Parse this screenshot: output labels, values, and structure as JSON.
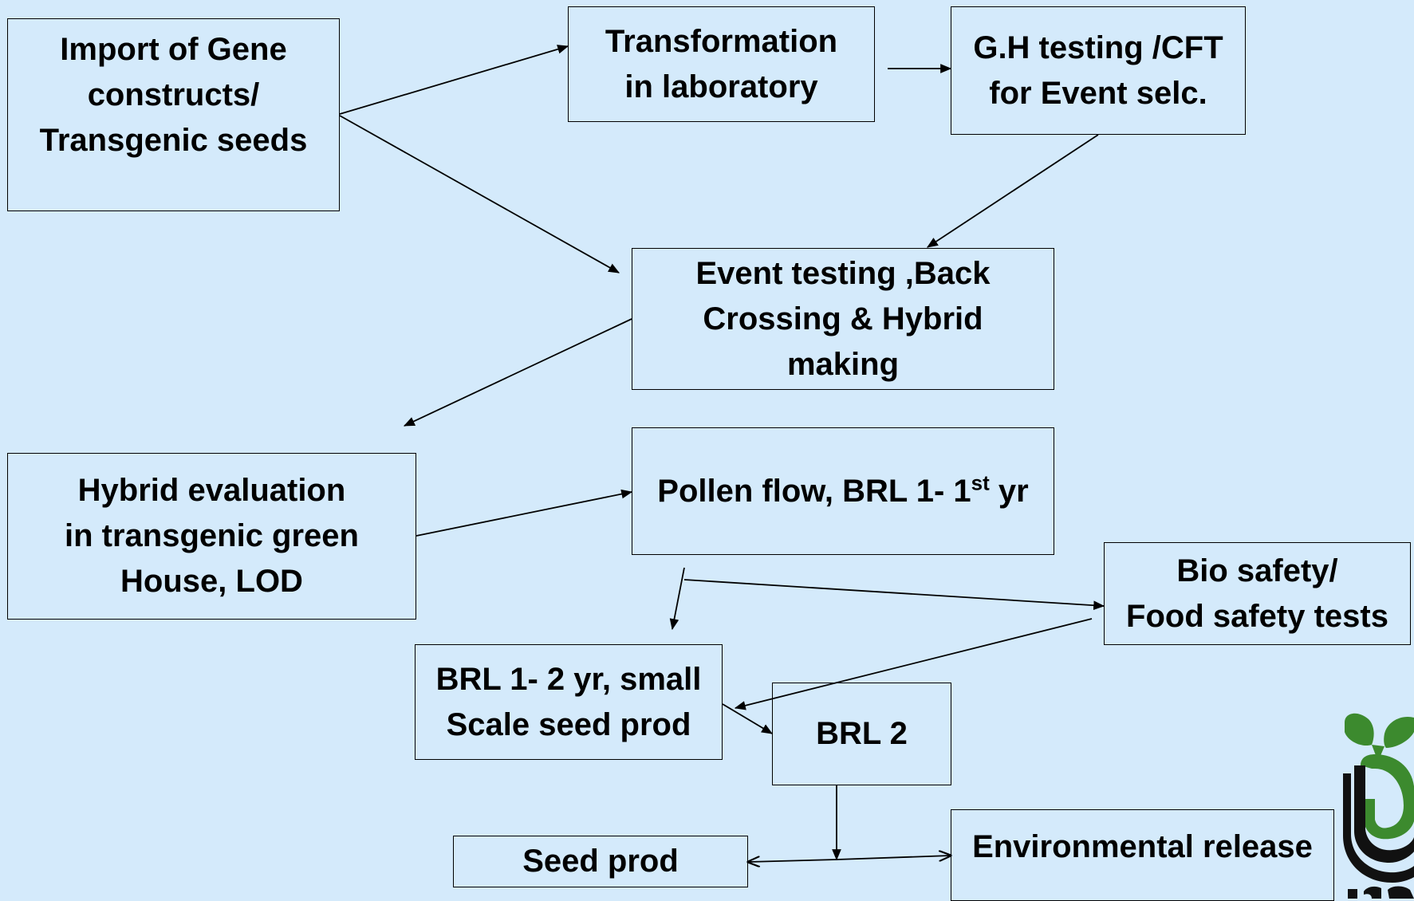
{
  "diagram": {
    "nodes": {
      "import": {
        "lines": [
          "Import of Gene",
          "constructs/",
          "Transgenic seeds"
        ]
      },
      "transformation": {
        "lines": [
          "Transformation",
          "in laboratory"
        ]
      },
      "gh_testing": {
        "lines": [
          "G.H testing /CFT",
          "for Event selc."
        ]
      },
      "event_testing": {
        "lines": [
          "Event testing ,Back",
          "Crossing & Hybrid",
          "making"
        ]
      },
      "hybrid_eval": {
        "lines": [
          "Hybrid evaluation",
          "in transgenic green",
          "House, LOD"
        ]
      },
      "pollen_flow": {
        "text_before": "Pollen flow, BRL 1- 1",
        "superscript": "st",
        "text_after": " yr"
      },
      "bio_safety": {
        "lines": [
          "Bio safety/",
          "Food safety tests"
        ]
      },
      "brl1_2yr": {
        "lines": [
          "BRL 1- 2 yr, small",
          "Scale seed prod"
        ]
      },
      "brl2": {
        "lines": [
          "BRL 2"
        ]
      },
      "seed_prod": {
        "lines": [
          "Seed prod"
        ]
      },
      "env_release": {
        "lines": [
          "Environmental release"
        ]
      }
    },
    "edges": [
      {
        "from": "import",
        "to": "transformation"
      },
      {
        "from": "import",
        "to": "event_testing"
      },
      {
        "from": "transformation",
        "to": "gh_testing"
      },
      {
        "from": "gh_testing",
        "to": "event_testing"
      },
      {
        "from": "event_testing",
        "to": "hybrid_eval"
      },
      {
        "from": "hybrid_eval",
        "to": "pollen_flow"
      },
      {
        "from": "pollen_flow",
        "to": "brl1_2yr"
      },
      {
        "from": "pollen_flow",
        "to": "bio_safety"
      },
      {
        "from": "bio_safety",
        "to": "brl1_2yr"
      },
      {
        "from": "brl1_2yr",
        "to": "brl2"
      },
      {
        "from": "brl2",
        "to": "seed_prod"
      },
      {
        "from": "brl2",
        "to": "env_release"
      }
    ],
    "logo": {
      "icon": "sprout-logo-icon",
      "green": "#3c8a2e",
      "dark": "#111111"
    }
  }
}
